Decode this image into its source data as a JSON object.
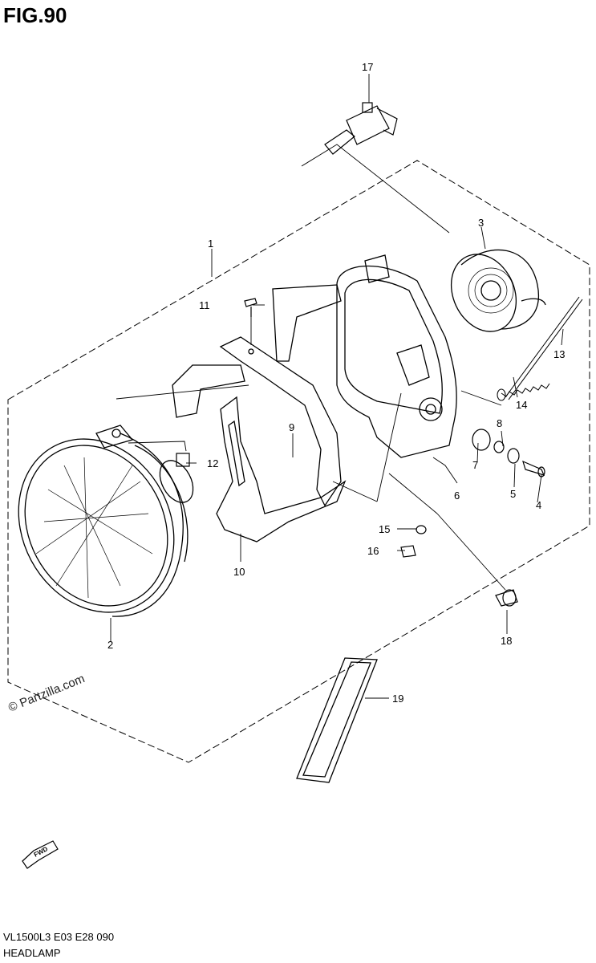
{
  "figure": {
    "title": "FIG.90"
  },
  "footer": {
    "model_code": "VL1500L3  E03  E28  090",
    "section_name": "HEADLAMP"
  },
  "watermark": "© Partzilla.com",
  "direction_badge": "FWD",
  "parts": [
    {
      "id": "1"
    },
    {
      "id": "2"
    },
    {
      "id": "3"
    },
    {
      "id": "4"
    },
    {
      "id": "5"
    },
    {
      "id": "6"
    },
    {
      "id": "7"
    },
    {
      "id": "8"
    },
    {
      "id": "9"
    },
    {
      "id": "10"
    },
    {
      "id": "11"
    },
    {
      "id": "12"
    },
    {
      "id": "13"
    },
    {
      "id": "14"
    },
    {
      "id": "15"
    },
    {
      "id": "16"
    },
    {
      "id": "17"
    },
    {
      "id": "18"
    },
    {
      "id": "19"
    }
  ]
}
